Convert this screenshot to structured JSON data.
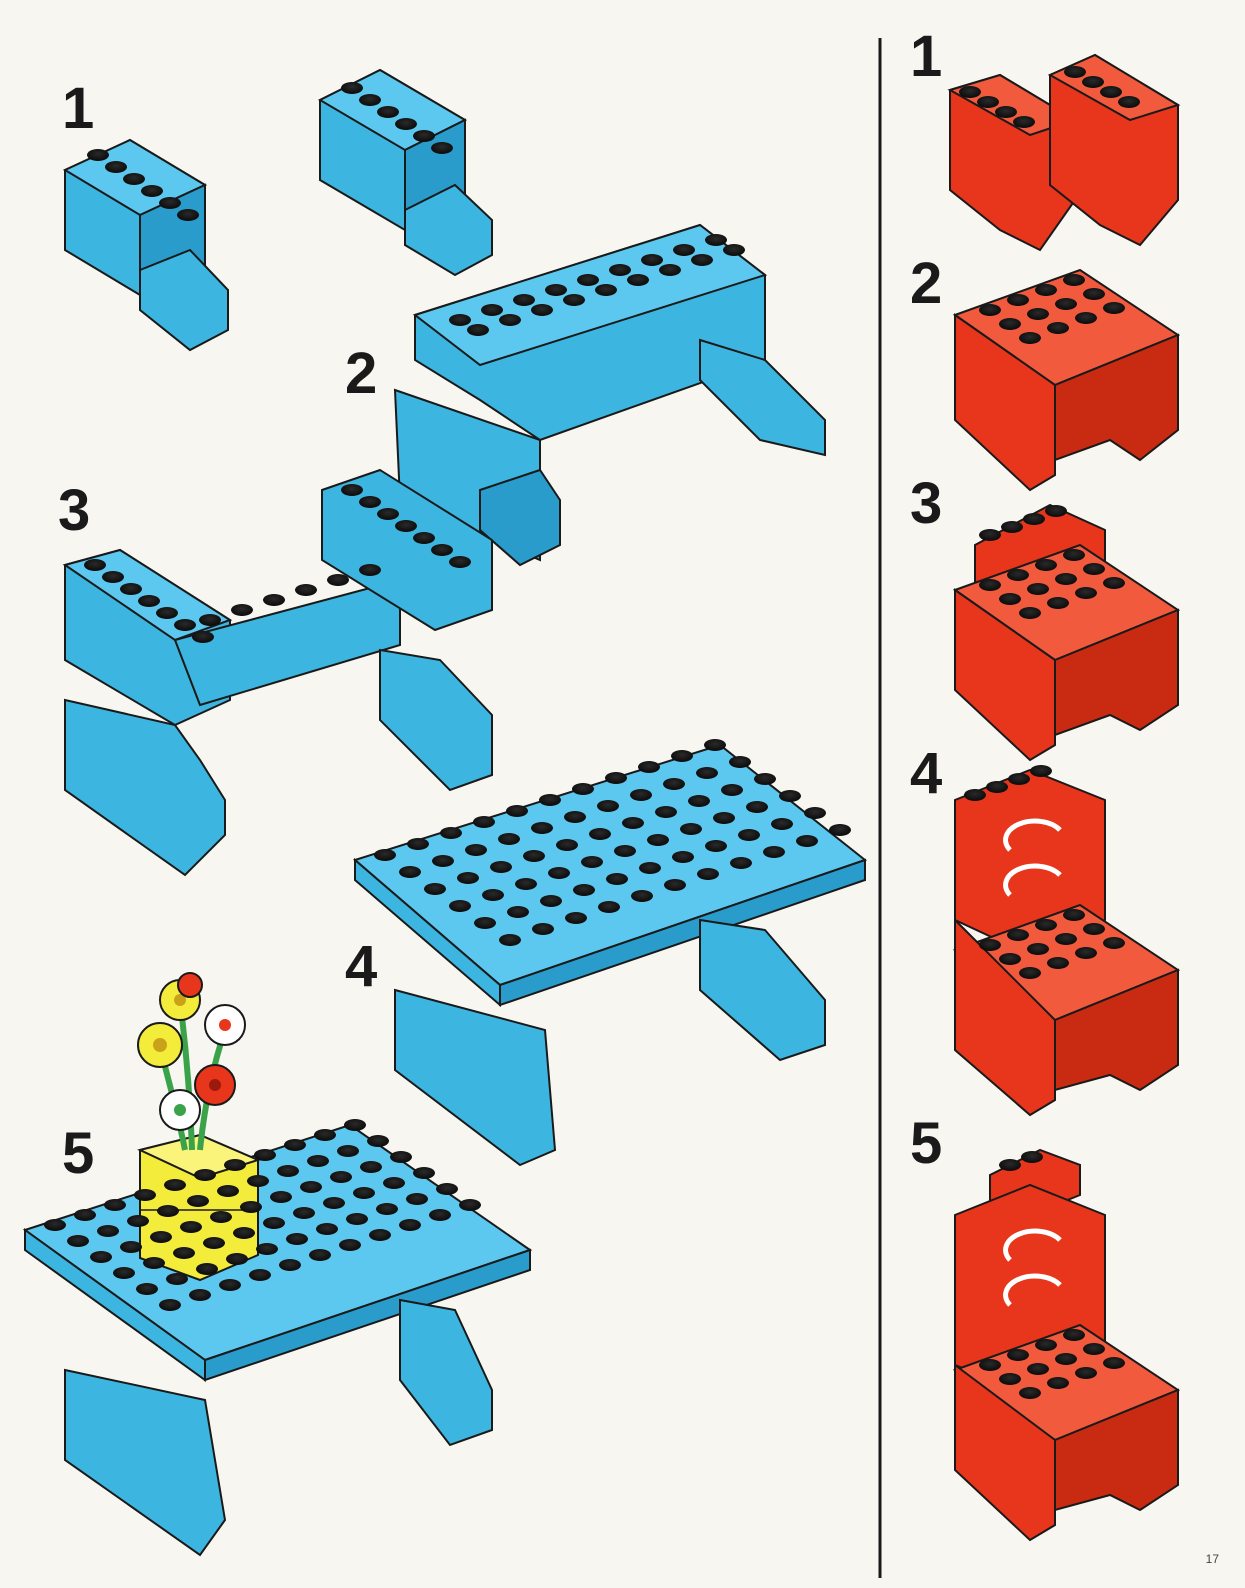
{
  "table_steps": {
    "step_1": "1",
    "step_2": "2",
    "step_3": "3",
    "step_4": "4",
    "step_5": "5"
  },
  "chair_steps": {
    "step_1": "1",
    "step_2": "2",
    "step_3": "3",
    "step_4": "4",
    "step_5": "5"
  },
  "page_number": "17",
  "colors": {
    "paper": "#f7f6f1",
    "table_brick": "#3cb6e0",
    "chair_brick": "#e8361c",
    "vase": "#f4ec3a",
    "outline": "#1a1a1a"
  },
  "icons": {
    "table": "blue-brick-table",
    "chair": "red-brick-chair",
    "flowers": "flower-vase"
  }
}
